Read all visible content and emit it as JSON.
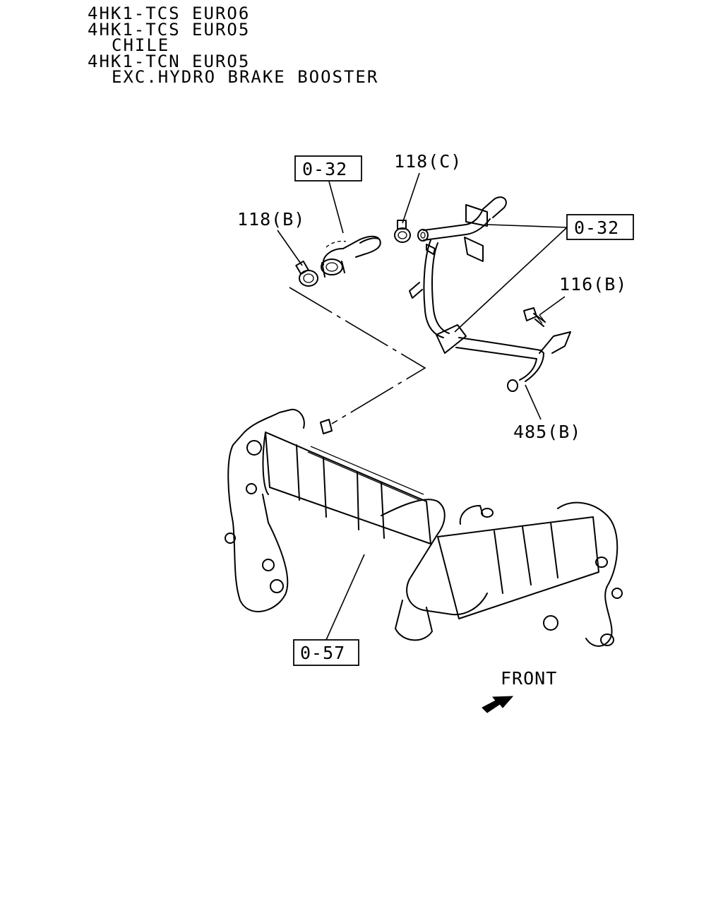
{
  "header": {
    "lines": [
      "4HK1-TCS EURO6",
      "4HK1-TCS EURO5",
      "CHILE",
      "4HK1-TCN EURO5",
      "EXC.HYDRO BRAKE BOOSTER"
    ]
  },
  "callouts": {
    "ref_hose": "0-32",
    "ref_pipe": "0-32",
    "ref_cooler": "0-57",
    "clamp_b": "118(B)",
    "clamp_c": "118(C)",
    "bolt_b": "116(B)",
    "pipe_b": "485(B)"
  },
  "direction": {
    "label": "FRONT",
    "icon": "front-arrow-icon"
  }
}
